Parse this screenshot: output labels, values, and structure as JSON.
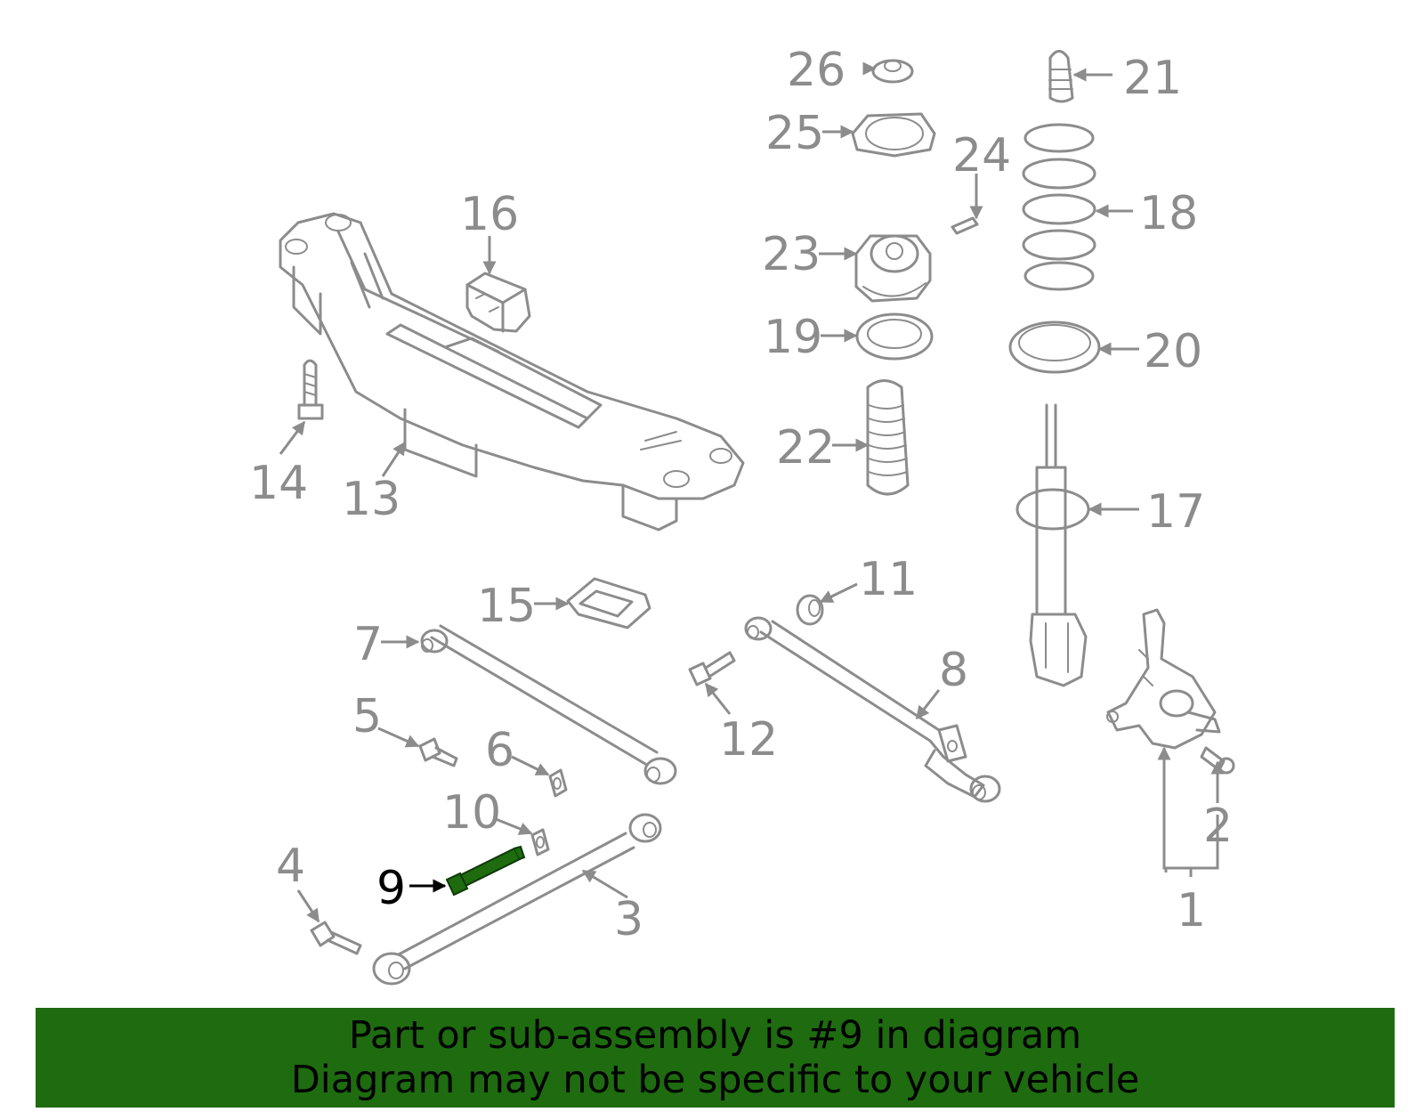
{
  "colors": {
    "part_stroke": "#8c8c8c",
    "highlight_part": "#1e6b10",
    "banner_background": "#1e6b10",
    "label_text": "#8c8c8c",
    "highlight_label": "#000000"
  },
  "highlighted_part": "9",
  "labels": {
    "p1": "1",
    "p2": "2",
    "p3": "3",
    "p4": "4",
    "p5": "5",
    "p6": "6",
    "p7": "7",
    "p8": "8",
    "p9": "9",
    "p10": "10",
    "p11": "11",
    "p12": "12",
    "p13": "13",
    "p14": "14",
    "p15": "15",
    "p16": "16",
    "p17": "17",
    "p18": "18",
    "p19": "19",
    "p20": "20",
    "p21": "21",
    "p22": "22",
    "p23": "23",
    "p24": "24",
    "p25": "25",
    "p26": "26"
  },
  "banner": {
    "line1": "Part or sub-assembly is #9 in diagram",
    "line2": "Diagram may not be specific to your vehicle"
  }
}
